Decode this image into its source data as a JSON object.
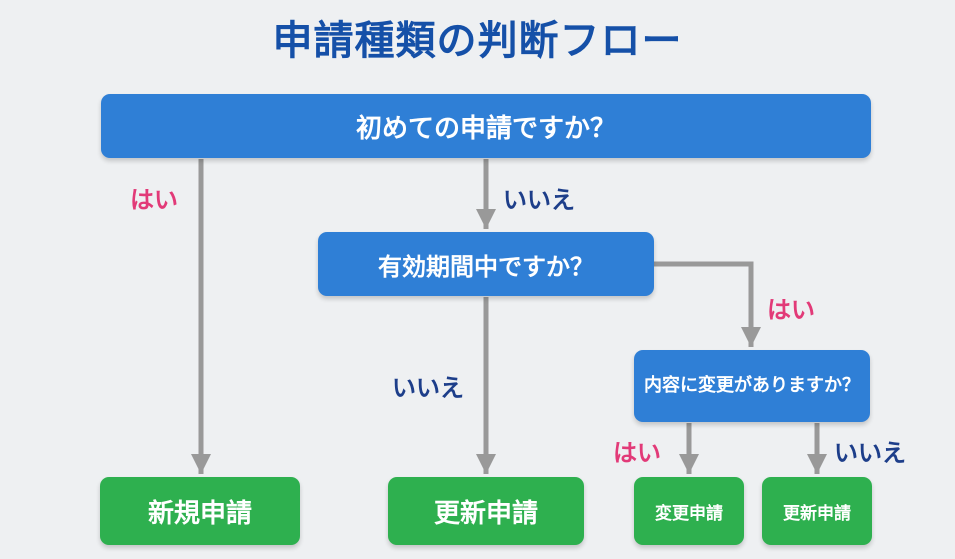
{
  "title": "申請種類の判断フロー",
  "colors": {
    "title": "#1550a8",
    "question_box": "#2f7fd6",
    "result_box": "#2eb04f",
    "arrow": "#999999",
    "yes_label": "#e23a78",
    "no_label": "#1d3e8a",
    "background": "#eef0f2"
  },
  "questions": {
    "first_application": "初めての申請ですか？",
    "within_validity": "有効期間中ですか？",
    "content_changed": "内容に変更がありますか？"
  },
  "results": {
    "new": "新規申請",
    "renewal": "更新申請",
    "change": "変更申請",
    "renewal_small": "更新申請"
  },
  "labels": {
    "first_yes": "はい",
    "first_no": "いいえ",
    "validity_yes": "はい",
    "validity_no": "いいえ",
    "change_yes": "はい",
    "change_no": "いいえ"
  }
}
